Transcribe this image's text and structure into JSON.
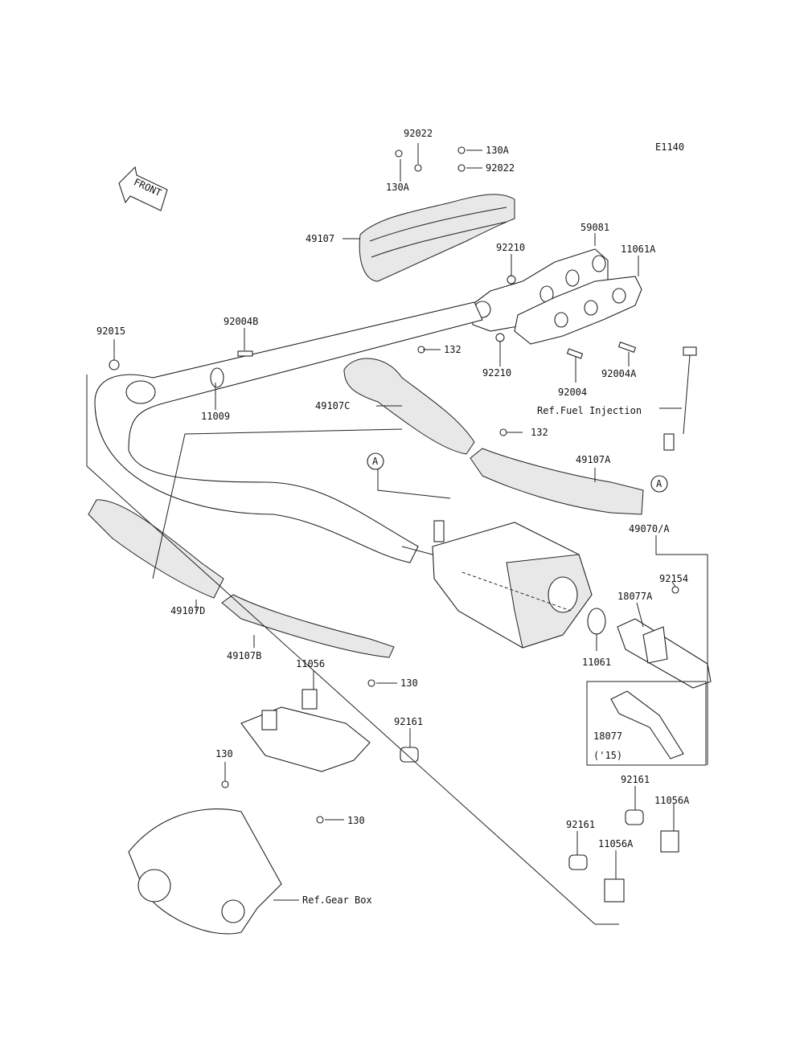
{
  "diagram_code": "E1140",
  "front_label": "FRONT",
  "callout_letter": "A",
  "labels": {
    "p92022_top": "92022",
    "p130A_top": "130A",
    "p130A_left": "130A",
    "p92022_right": "92022",
    "p49107": "49107",
    "p59081": "59081",
    "p92210_top": "92210",
    "p11061A": "11061A",
    "p92015": "92015",
    "p92004B": "92004B",
    "p132_top": "132",
    "p92210_bottom": "92210",
    "p92004": "92004",
    "p92004A": "92004A",
    "p11009": "11009",
    "p49107C": "49107C",
    "ref_fuel": "Ref.Fuel Injection",
    "p132_mid": "132",
    "p49107A": "49107A",
    "p49070A": "49070/A",
    "p92154": "92154",
    "p18077A": "18077A",
    "p11061": "11061",
    "p49107D": "49107D",
    "p49107B": "49107B",
    "p11056": "11056",
    "p130_mid": "130",
    "p92161_mid": "92161",
    "p18077": "18077",
    "p15": "('15)",
    "p130_left": "130",
    "p130_bottom": "130",
    "p92161_right": "92161",
    "p11056A_right": "11056A",
    "p92161_bottom": "92161",
    "p11056A_bottom": "11056A",
    "ref_gear": "Ref.Gear Box"
  }
}
